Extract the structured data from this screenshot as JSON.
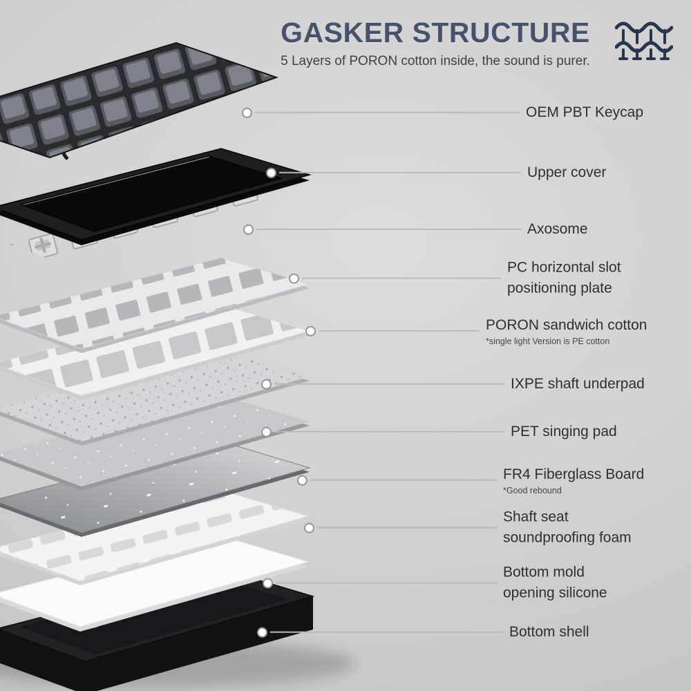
{
  "header": {
    "title": "GASKER STRUCTURE",
    "subtitle": "5 Layers of PORON cotton inside, the sound is purer."
  },
  "layers": [
    {
      "label": "OEM PBT Keycap"
    },
    {
      "label": "Upper cover"
    },
    {
      "label": "Axosome"
    },
    {
      "label": "PC horizontal slot positioning plate"
    },
    {
      "label": "PORON sandwich cotton",
      "note": "*single light Version is PE cotton"
    },
    {
      "label": "IXPE shaft underpad"
    },
    {
      "label": "PET singing pad"
    },
    {
      "label": "FR4 Fiberglass Board",
      "note": "*Good rebound"
    },
    {
      "label": "Shaft seat soundproofing foam"
    },
    {
      "label": "Bottom mold opening silicone"
    },
    {
      "label": "Bottom shell"
    }
  ],
  "colors": {
    "accent": "#46536b",
    "background": "#cfcfcf",
    "label_text": "#2e2f33",
    "cover_black": "#1e1f23",
    "shell_black": "#212226"
  }
}
